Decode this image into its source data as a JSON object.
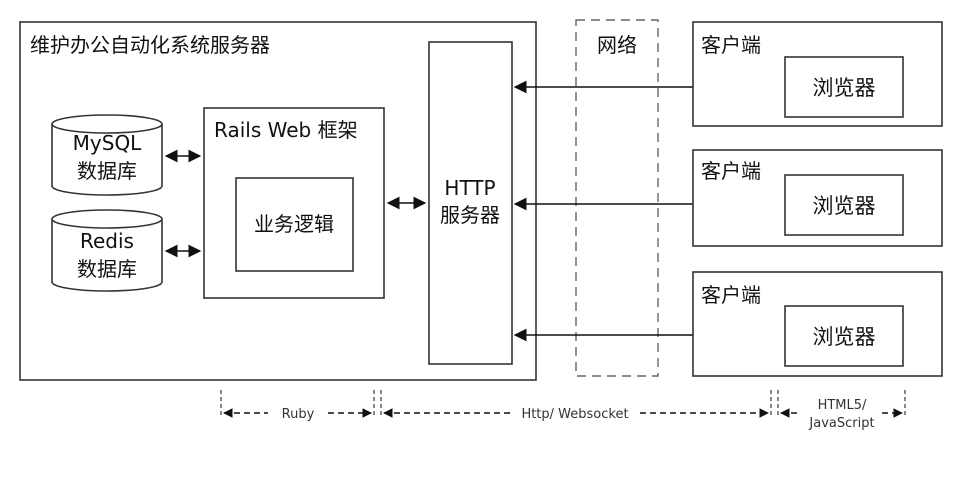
{
  "server": {
    "title": "维护办公自动化系统服务器"
  },
  "databases": [
    {
      "line1": "MySQL",
      "line2": "数据库"
    },
    {
      "line1": "Redis",
      "line2": "数据库"
    }
  ],
  "rails": {
    "title": "Rails Web 框架",
    "logic": "业务逻辑"
  },
  "http": {
    "line1": "HTTP",
    "line2": "服务器"
  },
  "network": {
    "label": "网络"
  },
  "clients": [
    {
      "title": "客户端",
      "browser": "浏览器"
    },
    {
      "title": "客户端",
      "browser": "浏览器"
    },
    {
      "title": "客户端",
      "browser": "浏览器"
    }
  ],
  "timeline": {
    "ruby": "Ruby",
    "http": "Http/ Websocket",
    "html5_line1": "HTML5/",
    "html5_line2": "JavaScript"
  }
}
